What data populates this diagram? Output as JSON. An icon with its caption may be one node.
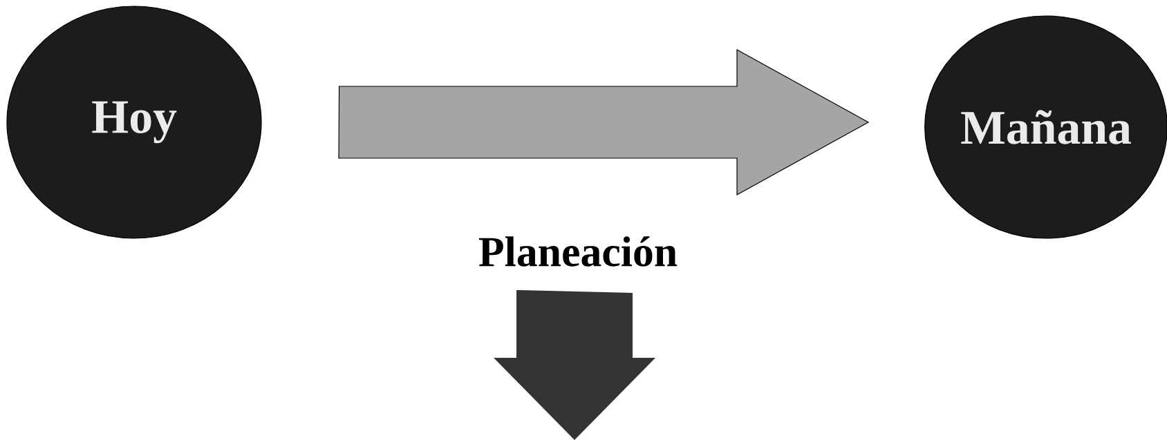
{
  "diagram": {
    "nodes": [
      {
        "text": [
          "Hoy"
        ]
      },
      {
        "text": [
          "Mañana"
        ]
      },
      {
        "text": [
          "Planeación"
        ]
      }
    ],
    "edges": [
      {
        "from": 0,
        "to": 1,
        "arrow": "to",
        "color": "#a5a5a5"
      },
      {
        "from": 2,
        "to": null,
        "arrow": "to",
        "color": "#333333"
      }
    ]
  }
}
